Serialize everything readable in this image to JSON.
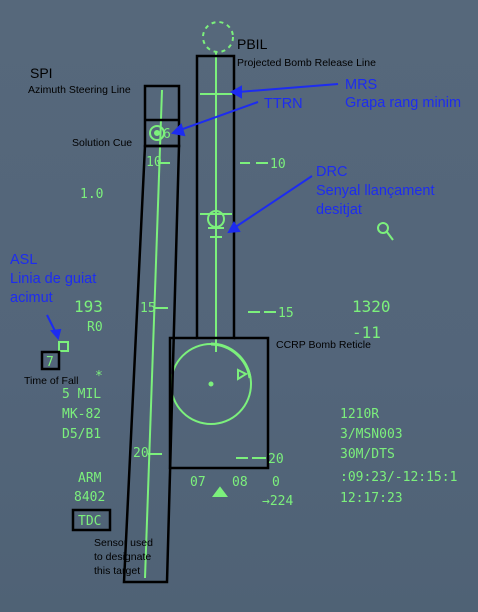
{
  "colors": {
    "hud": "#7cf07c",
    "annotation": "#1d2cf0",
    "box": "#000000"
  },
  "annotations": {
    "pbil_title": "PBIL",
    "pbil_desc": "Projected Bomb Release Line",
    "spi_title": "SPI",
    "spi_desc": "Azimuth Steering Line",
    "mrs_1": "MRS",
    "mrs_2": "Grapa rang minim",
    "ttrn": "TTRN",
    "solution_cue": "Solution Cue",
    "drc_1": "DRC",
    "drc_2": "Senyal llançament",
    "drc_3": "desitjat",
    "asl_1": "ASL",
    "asl_2": "Linia de guiat",
    "asl_3": "acimut",
    "time_of_fall": "Time of Fall",
    "ccrp_reticle": "CCRP Bomb Reticle",
    "sensor_1": "Sensor used",
    "sensor_2": "to designate",
    "sensor_3": "this target"
  },
  "hud": {
    "ttrn_value": "6",
    "ladder_10_left": "10",
    "ladder_10_right": "10",
    "ladder_15_left": "15",
    "ladder_15_right": "15",
    "ladder_20_left": "20",
    "ladder_20_right": "20",
    "g_load": "1.0",
    "heading_193": "193",
    "r0": "R0",
    "time_of_fall_value": "7",
    "mil": "5 MIL",
    "weapon": "MK-82",
    "profile": "D5/B1",
    "arm": "ARM",
    "code": "8402",
    "tdc": "TDC",
    "altitude": "1320",
    "minus11": "-11",
    "range": "1210R",
    "msn": "3/MSN003",
    "dts": "30M/DTS",
    "times": ":09:23/-12:15:1",
    "clock": "12:17:23",
    "bottom_07": "07",
    "bottom_08": "08",
    "bottom_0": "0",
    "bottom_224": "→224",
    "star": "*"
  }
}
